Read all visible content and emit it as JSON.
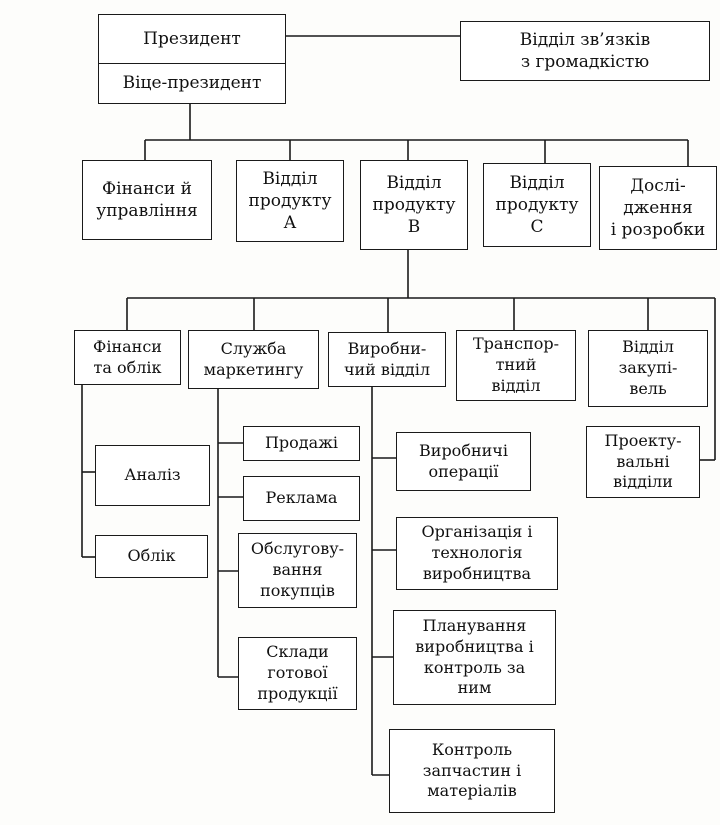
{
  "top": {
    "president": "Президент",
    "vice_president": "Віце-президент",
    "public_relations": "Відділ зв’язків\nз громадкістю"
  },
  "level2": [
    "Фінанси й\nуправління",
    "Відділ\nпродукту\nА",
    "Відділ\nпродукту\nВ",
    "Відділ\nпродукту\nС",
    "Дослі-\nдження\nі розробки"
  ],
  "level3": [
    "Фінанси\nта облік",
    "Служба\nмаркетингу",
    "Виробни-\nчий відділ",
    "Транспор-\nтний\nвідділ",
    "Відділ\nзакупі-\nвель"
  ],
  "finance_sub": [
    "Аналіз",
    "Облік"
  ],
  "marketing_sub": [
    "Продажі",
    "Реклама",
    "Обслугову-\nвання\nпокупців",
    "Склади\nготової\nпродукції"
  ],
  "production_sub": [
    "Виробничі\nоперації",
    "Організація і\nтехнологія\nвиробництва",
    "Планування\nвиробництва і\nконтроль за\nним",
    "Контроль\nзапчастин і\nматеріалів"
  ],
  "design_departments": "Проекту-\nвальні\nвідділи"
}
